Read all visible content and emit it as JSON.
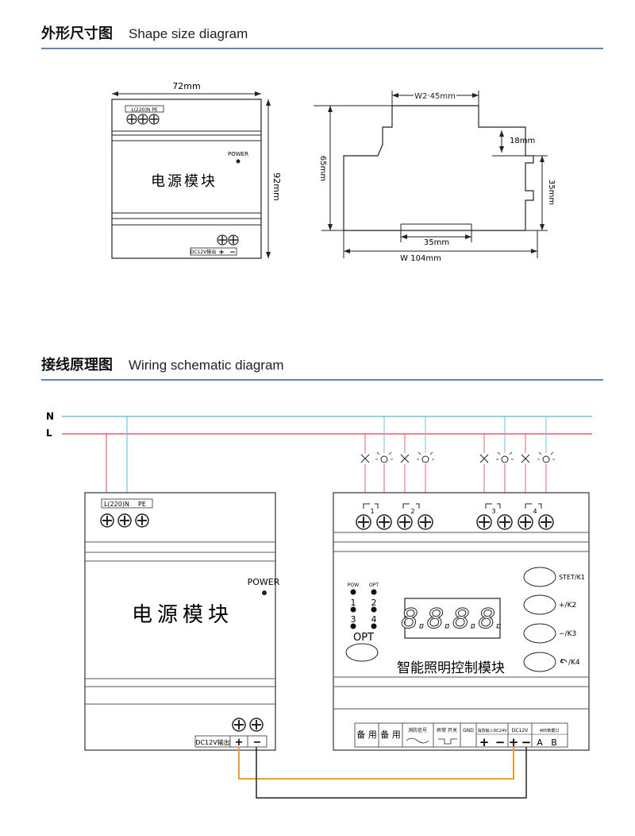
{
  "section1": {
    "title_cn": "外形尺寸图",
    "title_en": "Shape size diagram"
  },
  "section2": {
    "title_cn": "接线原理图",
    "title_en": "Wiring schematic diagram"
  },
  "front_view": {
    "width_label": "72mm",
    "height_label": "92mm",
    "terminal_label": "L(220)N  PE",
    "power_label": "POWER",
    "module_name": "电源模块",
    "dc_label": "DC12V输出",
    "plus": "+",
    "minus": "−"
  },
  "side_view": {
    "top_width": "W2 45mm",
    "step_height": "18mm",
    "total_height": "65mm",
    "rail_height": "35mm",
    "rail_width": "35mm",
    "total_width": "W   104mm"
  },
  "wiring": {
    "neutral_label": "N",
    "line_label": "L",
    "colors": {
      "neutral": "#6cc4e0",
      "line": "#e06070",
      "orange": "#e8a030",
      "black": "#222222",
      "blue_accent": "#5d87b5"
    },
    "psu": {
      "terminal_label_l": "L(220)",
      "terminal_label_n": "N",
      "terminal_label_pe": "PE",
      "power_label": "POWER",
      "module_name": "电源模块",
      "dc_label": "DC12V输出",
      "plus": "+",
      "minus": "−"
    },
    "controller": {
      "relay_labels": [
        "1",
        "2",
        "3",
        "4"
      ],
      "led_pow": "POW",
      "led_opt": "OPT",
      "channel_nums": [
        "1",
        "2",
        "3",
        "4"
      ],
      "opt_button_label": "OPT",
      "display_digits": "8.8.8.8.",
      "module_name": "智能照明控制模块",
      "buttons": [
        "STET/K1",
        "+/K2",
        "−/K3",
        "/K4"
      ],
      "bottom_terminals": {
        "spare1": "备 用",
        "spare2": "备 用",
        "fire_signal": "消防信号",
        "fire_signal_2": "信号",
        "remote": "异常",
        "switch": "开关",
        "gnd": "GND",
        "dc24": "消防输入DC24V",
        "dc12": "DC12V",
        "rs485": "485数据口",
        "a": "A",
        "b": "B",
        "plus": "+",
        "minus": "−"
      }
    }
  }
}
